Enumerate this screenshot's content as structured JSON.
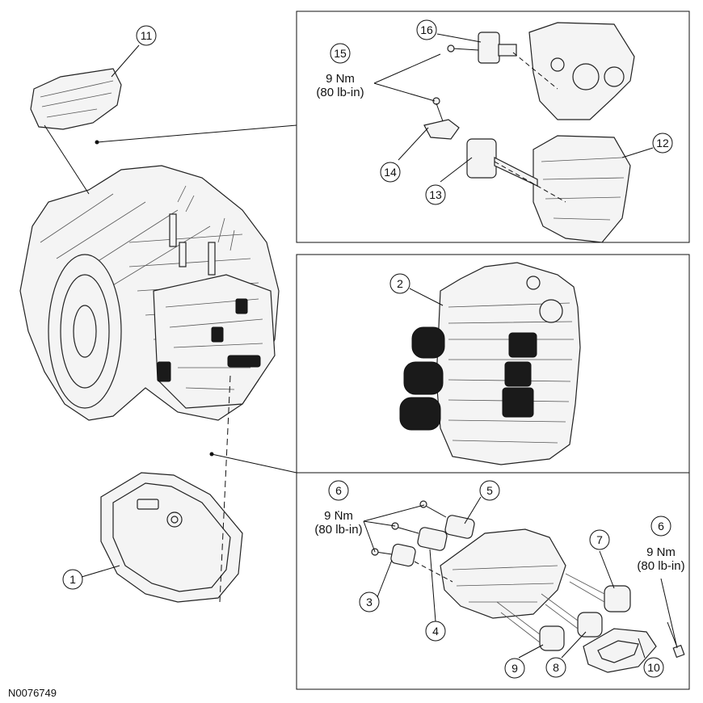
{
  "diagram": {
    "figure_id": "N0076749",
    "callouts": [
      "1",
      "2",
      "3",
      "4",
      "5",
      "6",
      "7",
      "8",
      "9",
      "10",
      "11",
      "12",
      "13",
      "14",
      "15",
      "16"
    ],
    "torque": {
      "upper_value": "9 Nm",
      "upper_value_alt": "(80 lb-in)",
      "lower_left_value": "9 Nm",
      "lower_left_value_alt": "(80 lb-in)",
      "lower_right_value": "9 Nm",
      "lower_right_value_alt": "(80 lb-in)"
    }
  }
}
